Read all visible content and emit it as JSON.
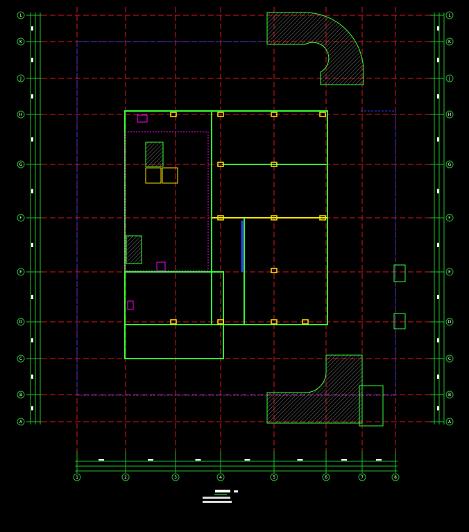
{
  "drawing": {
    "type": "cad-floor-plan",
    "colors": {
      "background": "#000000",
      "grid_line": "#e0141e",
      "axis_line": "#1fbf2a",
      "wall": "#33ff33",
      "boundary": "#2a3cff",
      "column": "#ffe600",
      "hatch": "#8a8a8a",
      "text": "#ffffff",
      "magenta": "#ff00ff"
    }
  },
  "grid": {
    "rows": [
      "L",
      "K",
      "J",
      "H",
      "G",
      "F",
      "E",
      "D",
      "C",
      "B",
      "A"
    ],
    "columns": [
      "1",
      "2",
      "3",
      "4",
      "5",
      "6",
      "7",
      "8"
    ]
  }
}
